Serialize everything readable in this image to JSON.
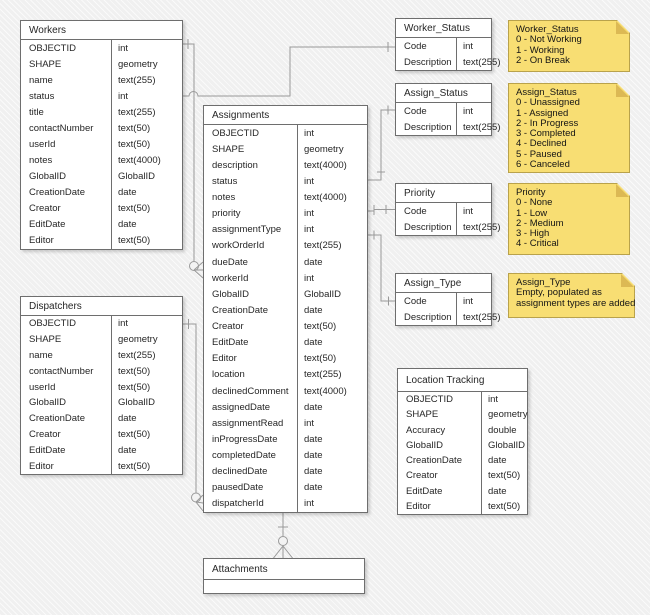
{
  "diagram": {
    "colors": {
      "canvas_bg": "#F3F3F3",
      "table_border": "#6E6E6E",
      "connector": "#999999",
      "note_fill": "#F8DE73",
      "note_border": "#B9A24B",
      "note_fold": "#DCB954"
    },
    "tables": {
      "workers": {
        "title": "Workers",
        "fields": [
          {
            "name": "OBJECTID",
            "type": "int"
          },
          {
            "name": "SHAPE",
            "type": "geometry"
          },
          {
            "name": "name",
            "type": "text(255)"
          },
          {
            "name": "status",
            "type": "int"
          },
          {
            "name": "title",
            "type": "text(255)"
          },
          {
            "name": "contactNumber",
            "type": "text(50)"
          },
          {
            "name": "userId",
            "type": "text(50)"
          },
          {
            "name": "notes",
            "type": "text(4000)"
          },
          {
            "name": "GlobalID",
            "type": "GlobalID"
          },
          {
            "name": "CreationDate",
            "type": "date"
          },
          {
            "name": "Creator",
            "type": "text(50)"
          },
          {
            "name": "EditDate",
            "type": "date"
          },
          {
            "name": "Editor",
            "type": "text(50)"
          }
        ]
      },
      "dispatchers": {
        "title": "Dispatchers",
        "fields": [
          {
            "name": "OBJECTID",
            "type": "int"
          },
          {
            "name": "SHAPE",
            "type": "geometry"
          },
          {
            "name": "name",
            "type": "text(255)"
          },
          {
            "name": "contactNumber",
            "type": "text(50)"
          },
          {
            "name": "userId",
            "type": "text(50)"
          },
          {
            "name": "GlobalID",
            "type": "GlobalID"
          },
          {
            "name": "CreationDate",
            "type": "date"
          },
          {
            "name": "Creator",
            "type": "text(50)"
          },
          {
            "name": "EditDate",
            "type": "date"
          },
          {
            "name": "Editor",
            "type": "text(50)"
          }
        ]
      },
      "assignments": {
        "title": "Assignments",
        "fields": [
          {
            "name": "OBJECTID",
            "type": "int"
          },
          {
            "name": "SHAPE",
            "type": "geometry"
          },
          {
            "name": "description",
            "type": "text(4000)"
          },
          {
            "name": "status",
            "type": "int"
          },
          {
            "name": "notes",
            "type": "text(4000)"
          },
          {
            "name": "priority",
            "type": "int"
          },
          {
            "name": "assignmentType",
            "type": "int"
          },
          {
            "name": "workOrderId",
            "type": "text(255)"
          },
          {
            "name": "dueDate",
            "type": "date"
          },
          {
            "name": "workerId",
            "type": "int"
          },
          {
            "name": "GlobalID",
            "type": "GlobalID"
          },
          {
            "name": "CreationDate",
            "type": "date"
          },
          {
            "name": "Creator",
            "type": "text(50)"
          },
          {
            "name": "EditDate",
            "type": "date"
          },
          {
            "name": "Editor",
            "type": "text(50)"
          },
          {
            "name": "location",
            "type": "text(255)"
          },
          {
            "name": "declinedComment",
            "type": "text(4000)"
          },
          {
            "name": "assignedDate",
            "type": "date"
          },
          {
            "name": "assignmentRead",
            "type": "int"
          },
          {
            "name": "inProgressDate",
            "type": "date"
          },
          {
            "name": "completedDate",
            "type": "date"
          },
          {
            "name": "declinedDate",
            "type": "date"
          },
          {
            "name": "pausedDate",
            "type": "date"
          },
          {
            "name": "dispatcherId",
            "type": "int"
          }
        ]
      },
      "worker_status": {
        "title": "Worker_Status",
        "fields": [
          {
            "name": "Code",
            "type": "int"
          },
          {
            "name": "Description",
            "type": "text(255)"
          }
        ]
      },
      "assign_status": {
        "title": "Assign_Status",
        "fields": [
          {
            "name": "Code",
            "type": "int"
          },
          {
            "name": "Description",
            "type": "text(255)"
          }
        ]
      },
      "priority": {
        "title": "Priority",
        "fields": [
          {
            "name": "Code",
            "type": "int"
          },
          {
            "name": "Description",
            "type": "text(255)"
          }
        ]
      },
      "assign_type": {
        "title": "Assign_Type",
        "fields": [
          {
            "name": "Code",
            "type": "int"
          },
          {
            "name": "Description",
            "type": "text(255)"
          }
        ]
      },
      "location_tracking": {
        "title": "Location Tracking",
        "fields": [
          {
            "name": "OBJECTID",
            "type": "int"
          },
          {
            "name": "SHAPE",
            "type": "geometry"
          },
          {
            "name": "Accuracy",
            "type": "double"
          },
          {
            "name": "GlobalID",
            "type": "GlobalID"
          },
          {
            "name": "CreationDate",
            "type": "date"
          },
          {
            "name": "Creator",
            "type": "text(50)"
          },
          {
            "name": "EditDate",
            "type": "date"
          },
          {
            "name": "Editor",
            "type": "text(50)"
          }
        ]
      },
      "attachments": {
        "title": "Attachments",
        "fields": []
      }
    },
    "notes": {
      "worker_status": {
        "title": "Worker_Status",
        "lines": [
          "0 - Not Working",
          "1 - Working",
          "2 - On Break"
        ]
      },
      "assign_status": {
        "title": "Assign_Status",
        "lines": [
          "0 - Unassigned",
          "1 - Assigned",
          "2 - In Progress",
          "3 - Completed",
          "4 - Declined",
          "5 - Paused",
          "6 - Canceled"
        ]
      },
      "priority": {
        "title": "Priority",
        "lines": [
          "0 - None",
          "1 - Low",
          "2 - Medium",
          "3 - High",
          "4 - Critical"
        ]
      },
      "assign_type": {
        "title": "Assign_Type",
        "lines": [
          "Empty, populated as",
          "assignment types are added"
        ]
      }
    }
  }
}
